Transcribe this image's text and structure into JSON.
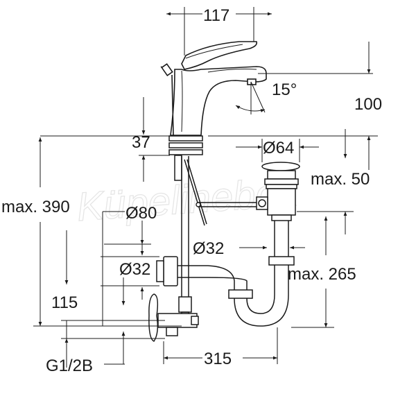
{
  "watermark": "Küpelinebox",
  "dimensions": {
    "width_117": "117",
    "height_100": "100",
    "angle_15": "15°",
    "dim_37": "37",
    "dia_64": "Ø64",
    "max_50": "max. 50",
    "max_390": "max. 390",
    "dia_80": "Ø80",
    "dia_32_inner": "Ø32",
    "dia_32_outer": "Ø32",
    "max_265": "max. 265",
    "dim_115": "115",
    "width_315": "315",
    "thread_g12b": "G1/2B"
  }
}
